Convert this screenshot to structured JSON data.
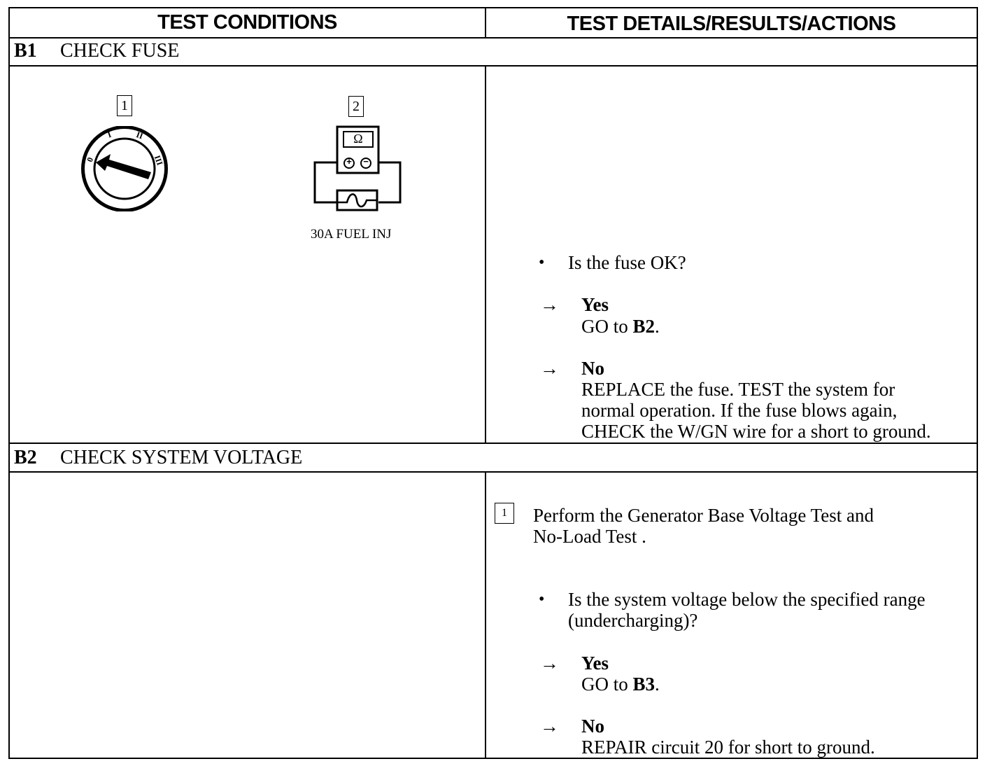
{
  "header": {
    "left": "TEST CONDITIONS",
    "right": "TEST DETAILS/RESULTS/ACTIONS"
  },
  "steps": [
    {
      "id": "B1",
      "title": "CHECK FUSE",
      "illustrations": {
        "callout1": "1",
        "callout2": "2",
        "ohm_symbol": "Ω",
        "plus_symbol": "+",
        "minus_symbol": "−",
        "fuse_label": "30A FUEL INJ",
        "ignition_icon": "ignition-switch-icon",
        "meter_icon": "ohmmeter-icon"
      },
      "question": "Is the fuse OK?",
      "yes": {
        "label": "Yes",
        "action_prefix": "GO to ",
        "action_ref": "B2",
        "action_suffix": "."
      },
      "no": {
        "label": "No",
        "lines": [
          "REPLACE the fuse. TEST the system for",
          "normal operation. If the fuse blows again,",
          "CHECK the W/GN wire for a short to ground."
        ]
      }
    },
    {
      "id": "B2",
      "title": "CHECK SYSTEM VOLTAGE",
      "step_number": "1",
      "instruction_lines": [
        "Perform the Generator Base Voltage Test and",
        "No-Load Test ."
      ],
      "question_lines": [
        "Is the system voltage below the specified range",
        "(undercharging)?"
      ],
      "yes": {
        "label": "Yes",
        "action_prefix": "GO to ",
        "action_ref": "B3",
        "action_suffix": "."
      },
      "no": {
        "label": "No",
        "lines": [
          "REPAIR circuit 20 for short to ground."
        ]
      }
    }
  ],
  "symbols": {
    "bullet": "•",
    "arrow": "→"
  }
}
